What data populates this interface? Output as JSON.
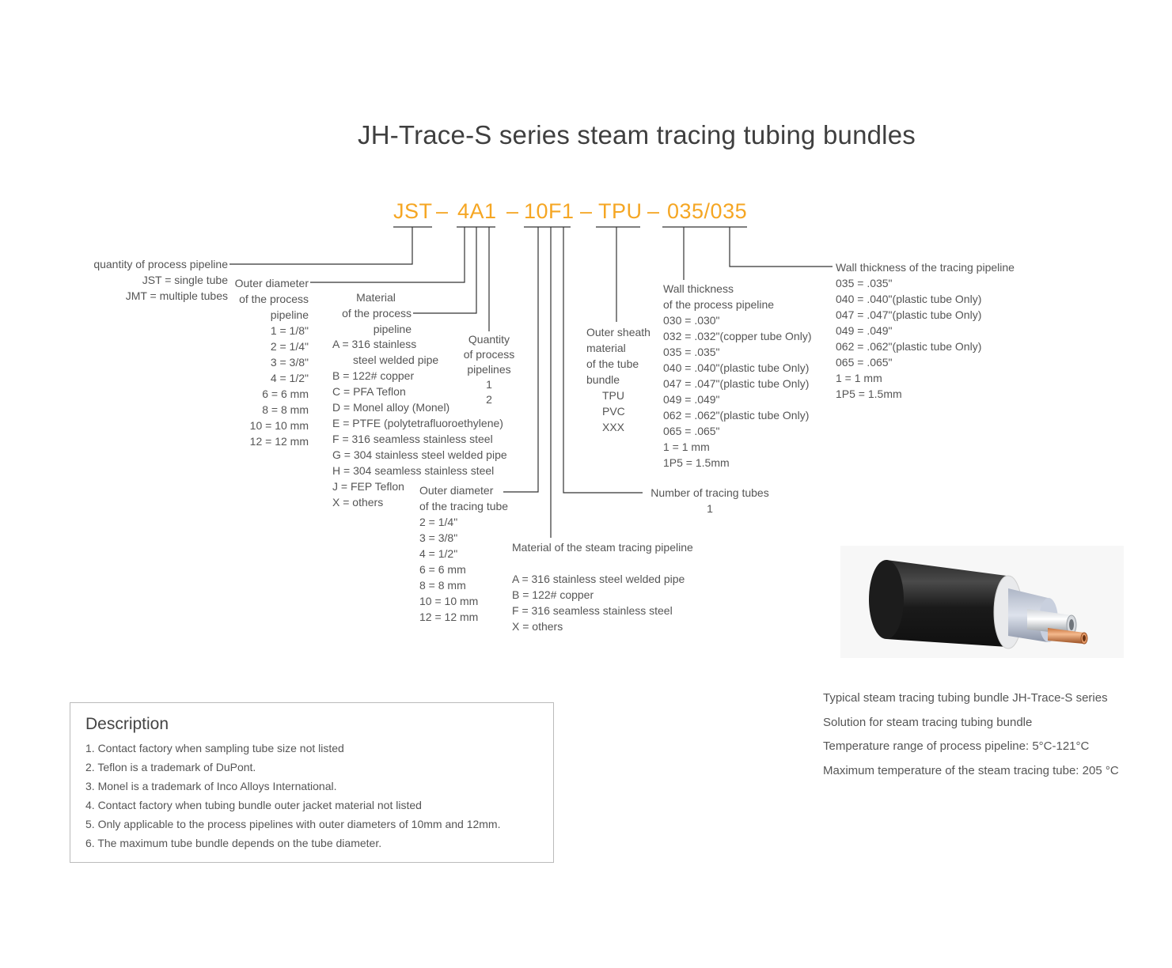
{
  "title": "JH-Trace-S series steam tracing tubing bundles",
  "code": {
    "segments": [
      "JST",
      "4A1",
      "10F1",
      "TPU",
      "035/035"
    ],
    "dash": "–"
  },
  "colors": {
    "accent": "#f5a623",
    "text": "#555555",
    "line": "#333333"
  },
  "labels": {
    "quantity": {
      "lines": [
        "quantity  of process pipeline",
        "JST = single tube",
        "JMT = multiple tubes"
      ]
    },
    "outer_process": {
      "lines": [
        "Outer diameter",
        "of the process",
        "pipeline",
        "1 = 1/8\"",
        "2 = 1/4\"",
        "3 = 3/8\"",
        "4 = 1/2\"",
        "6 = 6 mm",
        "8 = 8 mm",
        "10 = 10 mm",
        "12 = 12 mm"
      ]
    },
    "material_process": {
      "heading": [
        "Material",
        "of the process",
        "pipeline"
      ],
      "items": [
        "A = 316 stainless",
        "steel welded pipe",
        "B = 122# copper",
        "C = PFA Teflon",
        "D = Monel alloy (Monel)",
        "E = PTFE (polytetrafluoroethylene)",
        "F = 316 seamless stainless steel",
        "G = 304 stainless steel welded pipe",
        "H = 304 seamless stainless steel",
        "J = FEP Teflon",
        "X = others"
      ]
    },
    "quantity_process": {
      "lines": [
        "Quantity",
        "of process",
        "pipelines",
        "1",
        "2"
      ]
    },
    "outer_tracing": {
      "lines": [
        "Outer diameter",
        "of the tracing tube",
        "2 = 1/4\"",
        "3 = 3/8\"",
        "4 = 1/2\"",
        "6 = 6 mm",
        "8 = 8 mm",
        "10 = 10 mm",
        "12 = 12 mm"
      ]
    },
    "material_steam": {
      "heading": "Material of the steam tracing pipeline",
      "items": [
        "A = 316 stainless steel welded pipe",
        "B = 122# copper",
        "F = 316 seamless stainless steel",
        "X = others"
      ]
    },
    "number_tracing": {
      "lines": [
        "Number of tracing tubes",
        "1"
      ]
    },
    "outer_sheath": {
      "lines": [
        "Outer sheath",
        "material",
        "of the tube",
        "bundle",
        "TPU",
        "PVC",
        "XXX"
      ]
    },
    "wall_process": {
      "lines": [
        "Wall thickness",
        "of the process pipeline",
        "030 = .030\"",
        "032 = .032\"(copper tube Only)",
        "035 = .035\"",
        "040 = .040\"(plastic tube Only)",
        "047 = .047\"(plastic tube Only)",
        "049 = .049\"",
        "062 = .062\"(plastic tube Only)",
        "065 = .065\"",
        "1 = 1 mm",
        "1P5 = 1.5mm"
      ]
    },
    "wall_tracing": {
      "lines": [
        "Wall thickness of the tracing pipeline",
        "035 = .035\"",
        "040 = .040\"(plastic tube Only)",
        "047 = .047\"(plastic tube Only)",
        "049 = .049\"",
        "062 = .062\"(plastic tube Only)",
        "065 = .065\"",
        "1 = 1 mm",
        "1P5 = 1.5mm"
      ]
    }
  },
  "description": {
    "title": "Description",
    "items": [
      "1. Contact factory when sampling tube size not listed",
      "2. Teflon is a trademark of DuPont.",
      "3. Monel is a trademark of Inco Alloys International.",
      "4. Contact factory when tubing bundle outer jacket material not listed",
      "5. Only applicable to the process pipelines with outer diameters of 10mm and 12mm.",
      "6. The maximum tube bundle depends on the tube diameter."
    ]
  },
  "caption": {
    "lines": [
      "Typical steam tracing tubing bundle JH-Trace-S series",
      "Solution for steam tracing tubing bundle",
      "Temperature range of process pipeline: 5°C-121°C",
      "Maximum temperature of the steam tracing tube: 205 °C"
    ]
  }
}
